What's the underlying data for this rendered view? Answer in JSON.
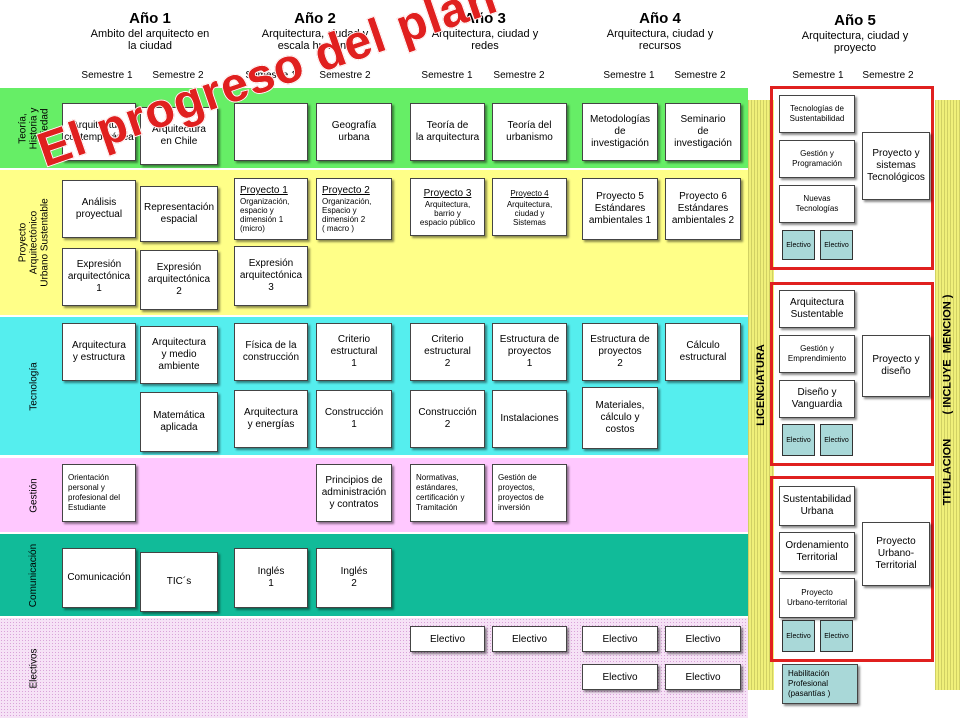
{
  "colors": {
    "green": "#66ee66",
    "yellow": "#ffff88",
    "cyan": "#55eeee",
    "pink": "#ffc8ff",
    "teal": "#11bb99",
    "electivos": "#f4d6f4",
    "red": "#e0201f",
    "mini": "#a9d8d8"
  },
  "years": [
    {
      "title": "Año 1",
      "subtitle": "Ambito del arquitecto en\nla ciudad"
    },
    {
      "title": "Año 2",
      "subtitle": "Arquitectura, ciudad y\nescala humana"
    },
    {
      "title": "Año 3",
      "subtitle": "Arquitectura, ciudad y\nredes"
    },
    {
      "title": "Año 4",
      "subtitle": "Arquitectura, ciudad y\nrecursos"
    },
    {
      "title": "Año 5",
      "subtitle": "Arquitectura, ciudad y\nproyecto"
    }
  ],
  "semesters": [
    "Semestre 1",
    "Semestre 2"
  ],
  "bands": {
    "historia": "Teoría,\nHistoria y\nsociedad",
    "proyecto": "Proyecto\nArquitectónico\nUrbano Sustentable",
    "tecnologia": "Tecnología",
    "gestion": "Gestión",
    "comunicacion": "Comunicación",
    "electivos": "Electivos"
  },
  "courses": {
    "arq_contemporanea": "Arquitectura\ncontemporánea",
    "arq_en_chile": "Arquitectura\nen Chile",
    "y2s1_hist": "",
    "geografia": "Geografía\nurbana",
    "teoria_arq": "Teoría de\nla arquitectura",
    "teoria_urb": "Teoría del\nurbanismo",
    "metodologias": "Metodologías\nde\ninvestigación",
    "seminario": "Seminario\nde\ninvestigación",
    "analisis": "Análisis\nproyectual",
    "representacion": "Representación\nespacial",
    "proyecto1_t": "Proyecto 1",
    "proyecto1_s": "Organización,\nespacio y\ndimensión 1\n(micro)",
    "proyecto2_t": "Proyecto 2",
    "proyecto2_s": "Organización,\nEspacio y\ndimensión 2\n( macro )",
    "proyecto3_t": "Proyecto 3",
    "proyecto3_s": "Arquitectura,\nbarrio y\nespacio público",
    "proyecto4_t": "Proyecto 4",
    "proyecto4_s": "Arquitectura,\nciudad y\nSistemas",
    "proyecto5": "Proyecto 5\nEstándares\nambientales 1",
    "proyecto6": "Proyecto 6\nEstándares\nambientales 2",
    "expresion1": "Expresión\narquitectónica\n1",
    "expresion2": "Expresión\narquitectónica\n2",
    "expresion3": "Expresión\narquitectónica\n3",
    "arq_estructura": "Arquitectura\ny estructura",
    "arq_medio": "Arquitectura\ny medio\nambiente",
    "fisica": "Física de la\nconstrucción",
    "criterio1": "Criterio\nestructural\n1",
    "criterio2": "Criterio\nestructural\n2",
    "estructura1": "Estructura de\nproyectos\n1",
    "estructura2": "Estructura de\nproyectos\n2",
    "calculo": "Cálculo\nestructural",
    "matematica": "Matemática\naplicada",
    "arq_energias": "Arquitectura\ny energías",
    "construccion1": "Construcción\n1",
    "construccion2": "Construcción\n2",
    "instalaciones": "Instalaciones",
    "materiales": "Materiales,\ncálculo y\ncostos",
    "orientacion": "Orientación\npersonal y\nprofesional del\nEstudiante",
    "principios": "Principios de\nadministración\ny contratos",
    "normativas": "Normativas,\nestándares,\ncertificación y\nTramitación",
    "gestion_proy": "Gestión de\nproyectos,\nproyectos de\ninversión",
    "comunicacion": "Comunicación",
    "tics": "TIC´s",
    "ingles1": "Inglés\n1",
    "ingles2": "Inglés\n2",
    "electivo": "Electivo"
  },
  "year5": {
    "m1": [
      "Tecnologías de\nSustentabilidad",
      "Gestión y\nProgramación",
      "Nuevas\nTecnologías"
    ],
    "m1_big": "Proyecto y\nsistemas\nTecnológicos",
    "m2": [
      "Arquitectura\nSustentable",
      "Gestión y\nEmprendimiento",
      "Diseño y\nVanguardia"
    ],
    "m2_big": "Proyecto y\ndiseño",
    "m3": [
      "Sustentabilidad\nUrbana",
      "Ordenamiento\nTerritorial",
      "Proyecto\nUrbano-territorial"
    ],
    "m3_big": "Proyecto\nUrbano-\nTerritorial",
    "electivo_small": "Electivo",
    "habilitacion": "Habilitación\nProfesional\n(pasantías )"
  },
  "strips": {
    "licenciatura": "LICENCIATURA",
    "titulacion": "TITULACION        ( INCLUYE  MENCION )"
  },
  "watermark": "El progreso del plan"
}
